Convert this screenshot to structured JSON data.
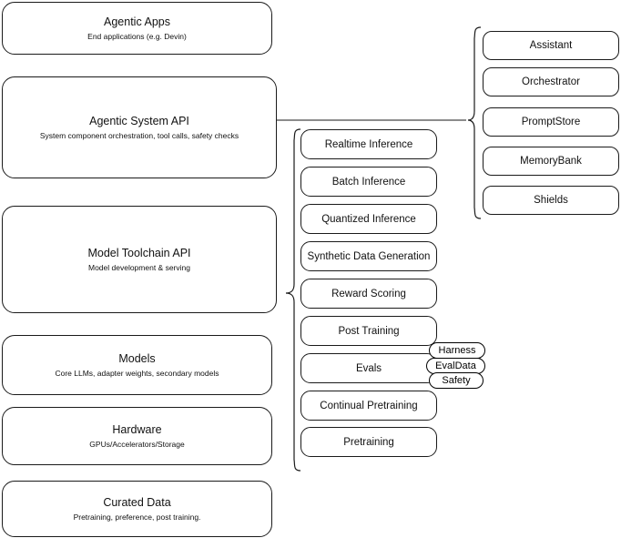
{
  "diagram": {
    "title": "Agentic AI stack layers",
    "stroke_color": "#1a1a1a",
    "background_color": "#ffffff"
  },
  "stack_layers": [
    {
      "name": "agentic-apps",
      "title": "Agentic Apps",
      "subtitle": "End applications (e.g. Devin)"
    },
    {
      "name": "agentic-system-api",
      "title": "Agentic System API",
      "subtitle": "System component orchestration, tool calls, safety checks"
    },
    {
      "name": "model-toolchain-api",
      "title": "Model Toolchain API",
      "subtitle": "Model development & serving"
    },
    {
      "name": "models",
      "title": "Models",
      "subtitle": "Core LLMs, adapter weights, secondary models"
    },
    {
      "name": "hardware",
      "title": "Hardware",
      "subtitle": "GPUs/Accelerators/Storage"
    },
    {
      "name": "curated-data",
      "title": "Curated Data",
      "subtitle": "Pretraining, preference, post training."
    }
  ],
  "toolchain_items": [
    {
      "name": "realtime-inference",
      "label": "Realtime Inference"
    },
    {
      "name": "batch-inference",
      "label": "Batch Inference"
    },
    {
      "name": "quantized-inference",
      "label": "Quantized Inference"
    },
    {
      "name": "synthetic-data-generation",
      "label": "Synthetic Data Generation"
    },
    {
      "name": "reward-scoring",
      "label": "Reward Scoring"
    },
    {
      "name": "post-training",
      "label": "Post Training"
    },
    {
      "name": "evals",
      "label": "Evals"
    },
    {
      "name": "continual-pretraining",
      "label": "Continual Pretraining"
    },
    {
      "name": "pretraining",
      "label": "Pretraining"
    }
  ],
  "system_items": [
    {
      "name": "assistant",
      "label": "Assistant"
    },
    {
      "name": "orchestrator",
      "label": "Orchestrator"
    },
    {
      "name": "promptstore",
      "label": "PromptStore"
    },
    {
      "name": "memorybank",
      "label": "MemoryBank"
    },
    {
      "name": "shields",
      "label": "Shields"
    }
  ],
  "evals_subitems": [
    {
      "name": "harness",
      "label": "Harness"
    },
    {
      "name": "evaldata",
      "label": "EvalData"
    },
    {
      "name": "safety",
      "label": "Safety"
    }
  ]
}
